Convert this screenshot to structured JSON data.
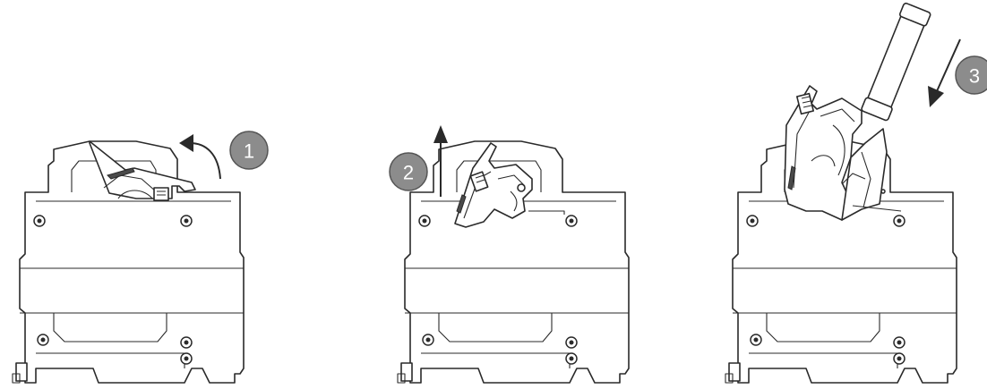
{
  "steps": [
    {
      "number": "1",
      "direction": "rotate-up-left",
      "badge_color": "#8c8c8c"
    },
    {
      "number": "2",
      "direction": "up",
      "badge_color": "#8c8c8c"
    },
    {
      "number": "3",
      "direction": "down-left",
      "badge_color": "#8c8c8c"
    }
  ],
  "colors": {
    "line": "#2a2a2a",
    "badge_fill": "#8c8c8c",
    "background": "#ffffff"
  }
}
